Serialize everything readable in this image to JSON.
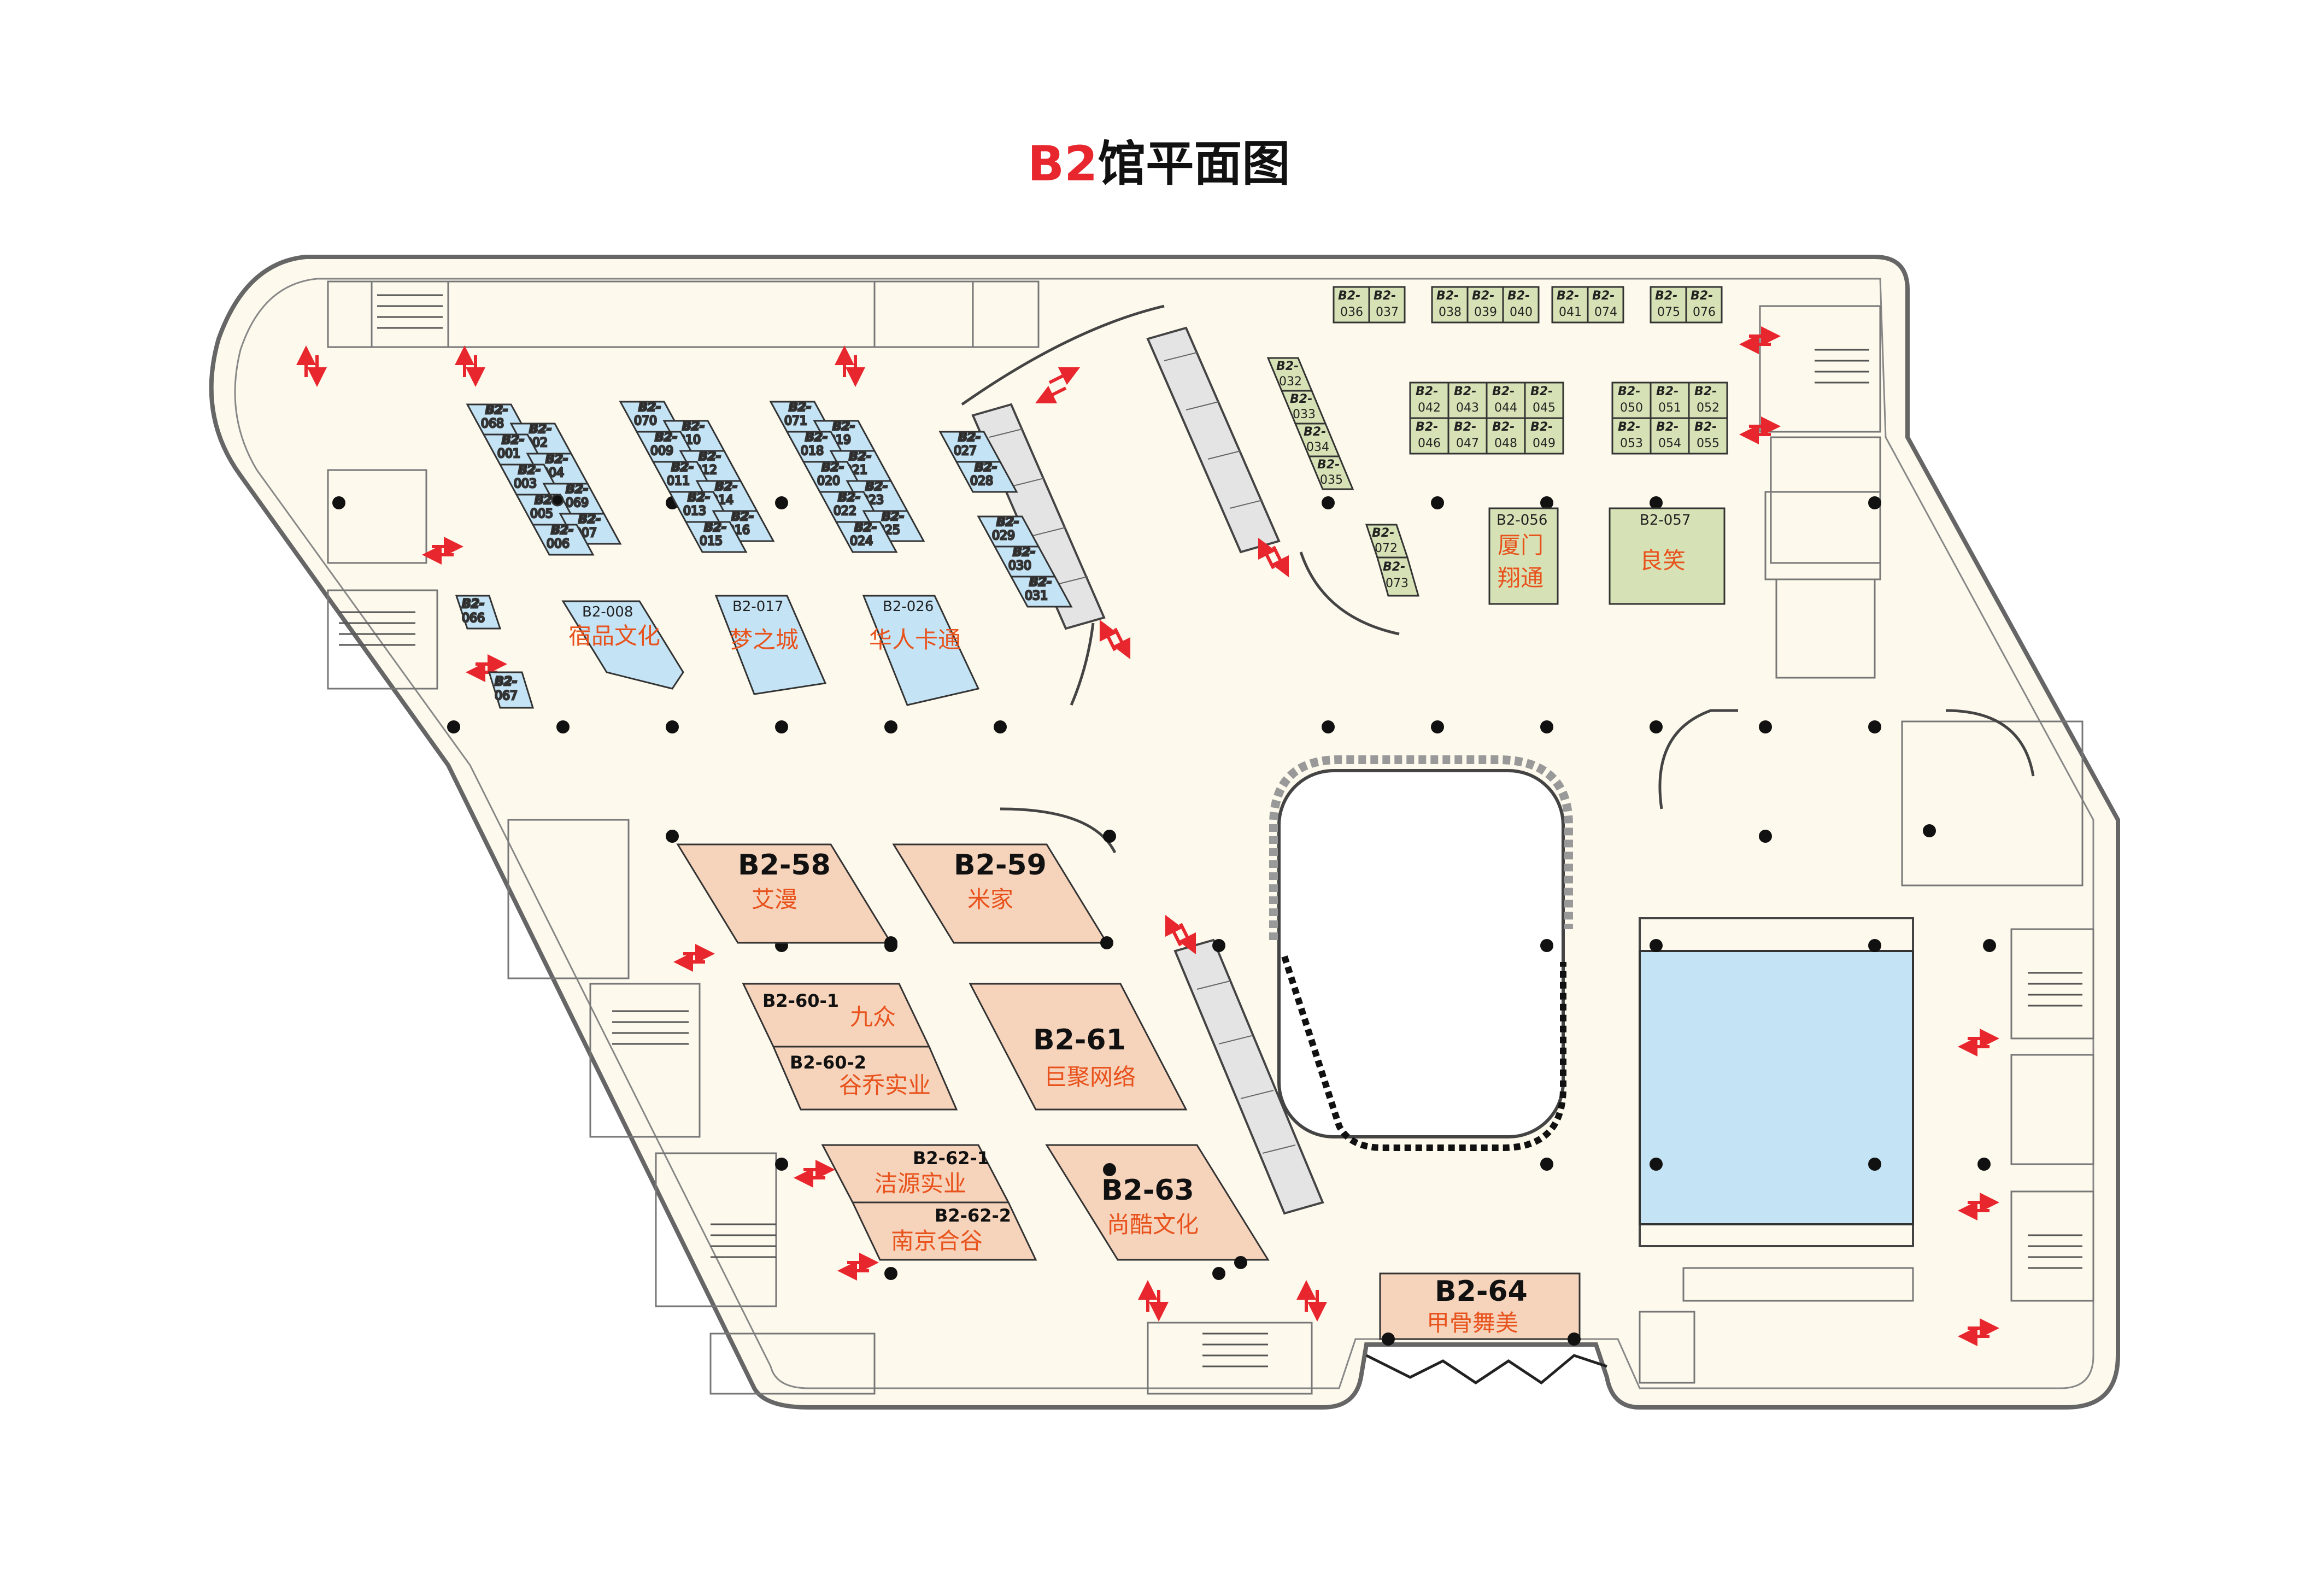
{
  "title": {
    "prefix": "B2",
    "suffix": "馆平面图",
    "prefix_color": "#e8262d"
  },
  "colors": {
    "floor": "#fdf9ec",
    "outline": "#666666",
    "blue_booth": "#c4e3f4",
    "green_booth": "#d6e2b5",
    "orange_booth": "#f6d3bb",
    "label_orange": "#e8521c",
    "arrow_red": "#e8262d",
    "pool": "#c4e3f4"
  },
  "blue_small": [
    {
      "p": "B2-",
      "n": "068"
    },
    {
      "p": "B2-",
      "n": "002"
    },
    {
      "p": "B2-",
      "n": "001"
    },
    {
      "p": "B2-",
      "n": "004"
    },
    {
      "p": "B2-",
      "n": "003"
    },
    {
      "p": "B2-",
      "n": "069"
    },
    {
      "p": "B2-",
      "n": "005"
    },
    {
      "p": "B2-",
      "n": "007"
    },
    {
      "p": "B2-",
      "n": "006"
    },
    {
      "p": "B2-",
      "n": "070"
    },
    {
      "p": "B2-",
      "n": "010"
    },
    {
      "p": "B2-",
      "n": "009"
    },
    {
      "p": "B2-",
      "n": "012"
    },
    {
      "p": "B2-",
      "n": "011"
    },
    {
      "p": "B2-",
      "n": "014"
    },
    {
      "p": "B2-",
      "n": "013"
    },
    {
      "p": "B2-",
      "n": "016"
    },
    {
      "p": "B2-",
      "n": "015"
    },
    {
      "p": "B2-",
      "n": "071"
    },
    {
      "p": "B2-",
      "n": "019"
    },
    {
      "p": "B2-",
      "n": "018"
    },
    {
      "p": "B2-",
      "n": "021"
    },
    {
      "p": "B2-",
      "n": "020"
    },
    {
      "p": "B2-",
      "n": "023"
    },
    {
      "p": "B2-",
      "n": "022"
    },
    {
      "p": "B2-",
      "n": "025"
    },
    {
      "p": "B2-",
      "n": "024"
    },
    {
      "p": "B2-",
      "n": "027"
    },
    {
      "p": "B2-",
      "n": "028"
    },
    {
      "p": "B2-",
      "n": "029"
    },
    {
      "p": "B2-",
      "n": "030"
    },
    {
      "p": "B2-",
      "n": "031"
    },
    {
      "p": "B2-",
      "n": "066"
    },
    {
      "p": "B2-",
      "n": "067"
    }
  ],
  "blue_large": [
    {
      "code": "B2-008",
      "name": "宿品文化"
    },
    {
      "code": "B2-017",
      "name": "梦之城"
    },
    {
      "code": "B2-026",
      "name": "华人卡通"
    }
  ],
  "green_small": [
    {
      "p": "B2-",
      "n": "036"
    },
    {
      "p": "B2-",
      "n": "037"
    },
    {
      "p": "B2-",
      "n": "038"
    },
    {
      "p": "B2-",
      "n": "039"
    },
    {
      "p": "B2-",
      "n": "040"
    },
    {
      "p": "B2-",
      "n": "041"
    },
    {
      "p": "B2-",
      "n": "074"
    },
    {
      "p": "B2-",
      "n": "075"
    },
    {
      "p": "B2-",
      "n": "076"
    },
    {
      "p": "B2-",
      "n": "042"
    },
    {
      "p": "B2-",
      "n": "043"
    },
    {
      "p": "B2-",
      "n": "044"
    },
    {
      "p": "B2-",
      "n": "045"
    },
    {
      "p": "B2-",
      "n": "046"
    },
    {
      "p": "B2-",
      "n": "047"
    },
    {
      "p": "B2-",
      "n": "048"
    },
    {
      "p": "B2-",
      "n": "049"
    },
    {
      "p": "B2-",
      "n": "050"
    },
    {
      "p": "B2-",
      "n": "051"
    },
    {
      "p": "B2-",
      "n": "052"
    },
    {
      "p": "B2-",
      "n": "053"
    },
    {
      "p": "B2-",
      "n": "054"
    },
    {
      "p": "B2-",
      "n": "055"
    },
    {
      "p": "B2-",
      "n": "032"
    },
    {
      "p": "B2-",
      "n": "033"
    },
    {
      "p": "B2-",
      "n": "034"
    },
    {
      "p": "B2-",
      "n": "035"
    },
    {
      "p": "B2-",
      "n": "072"
    },
    {
      "p": "B2-",
      "n": "073"
    }
  ],
  "green_large": [
    {
      "code": "B2-056",
      "name1": "厦门",
      "name2": "翔通"
    },
    {
      "code": "B2-057",
      "name1": "良笑",
      "name2": ""
    }
  ],
  "orange_booths": [
    {
      "code": "B2-58",
      "name": "艾漫"
    },
    {
      "code": "B2-59",
      "name": "米家"
    },
    {
      "code": "B2-60-1",
      "name": "九众"
    },
    {
      "code": "B2-60-2",
      "name": "谷乔实业"
    },
    {
      "code": "B2-61",
      "name": "巨聚网络"
    },
    {
      "code": "B2-62-1",
      "name": "洁源实业"
    },
    {
      "code": "B2-62-2",
      "name": "南京合谷"
    },
    {
      "code": "B2-63",
      "name": "尚酷文化"
    },
    {
      "code": "B2-64",
      "name": "甲骨舞美"
    }
  ]
}
